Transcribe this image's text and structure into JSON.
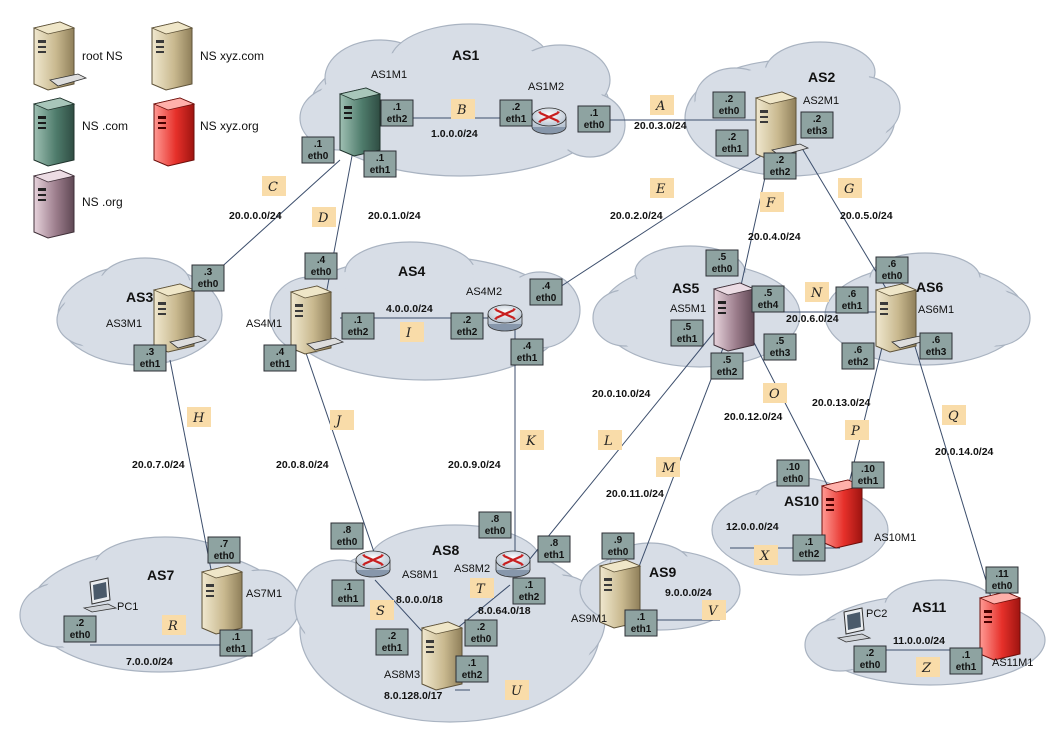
{
  "legend": [
    {
      "label": "root NS",
      "color": "#c8bb96"
    },
    {
      "label": "NS xyz.com",
      "color": "#c8bb96"
    },
    {
      "label": "NS .com",
      "color": "#4c7a6a"
    },
    {
      "label": "NS xyz.org",
      "color": "#e8302a"
    },
    {
      "label": "NS .org",
      "color": "#8a6d7c"
    }
  ],
  "as_labels": [
    "AS1",
    "AS2",
    "AS3",
    "AS4",
    "AS5",
    "AS6",
    "AS7",
    "AS8",
    "AS9",
    "AS10",
    "AS11"
  ],
  "hosts": [
    "AS1M1",
    "AS1M2",
    "AS2M1",
    "AS3M1",
    "AS4M1",
    "AS4M2",
    "AS5M1",
    "AS6M1",
    "AS7M1",
    "PC1",
    "AS8M1",
    "AS8M2",
    "AS8M3",
    "AS9M1",
    "AS10M1",
    "PC2",
    "AS11M1"
  ],
  "subnets": [
    "1.0.0.0/24",
    "20.0.3.0/24",
    "20.0.0.0/24",
    "20.0.1.0/24",
    "20.0.2.0/24",
    "20.0.5.0/24",
    "20.0.4.0/24",
    "4.0.0.0/24",
    "20.0.6.0/24",
    "20.0.10.0/24",
    "20.0.12.0/24",
    "20.0.13.0/24",
    "20.0.7.0/24",
    "20.0.8.0/24",
    "20.0.9.0/24",
    "20.0.11.0/24",
    "20.0.14.0/24",
    "12.0.0.0/24",
    "8.0.0.0/18",
    "8.0.64.0/18",
    "9.0.0.0/24",
    "11.0.0.0/24",
    "7.0.0.0/24",
    "8.0.128.0/17"
  ],
  "tags": [
    "A",
    "B",
    "C",
    "D",
    "E",
    "F",
    "G",
    "H",
    "I",
    "J",
    "K",
    "L",
    "M",
    "N",
    "O",
    "P",
    "Q",
    "R",
    "S",
    "T",
    "U",
    "V",
    "X",
    "Z"
  ],
  "interfaces": [
    {
      "ip": ".1",
      "name": "eth2"
    },
    {
      "ip": ".2",
      "name": "eth1"
    },
    {
      "ip": ".1",
      "name": "eth0"
    },
    {
      "ip": ".1",
      "name": "eth0"
    },
    {
      "ip": ".1",
      "name": "eth1"
    },
    {
      "ip": ".2",
      "name": "eth0"
    },
    {
      "ip": ".2",
      "name": "eth3"
    },
    {
      "ip": ".2",
      "name": "eth1"
    },
    {
      "ip": ".2",
      "name": "eth2"
    },
    {
      "ip": ".3",
      "name": "eth0"
    },
    {
      "ip": ".3",
      "name": "eth1"
    },
    {
      "ip": ".4",
      "name": "eth0"
    },
    {
      "ip": ".1",
      "name": "eth2"
    },
    {
      "ip": ".4",
      "name": "eth1"
    },
    {
      "ip": ".2",
      "name": "eth2"
    },
    {
      "ip": ".4",
      "name": "eth0"
    },
    {
      "ip": ".4",
      "name": "eth1"
    },
    {
      "ip": ".5",
      "name": "eth0"
    },
    {
      "ip": ".5",
      "name": "eth4"
    },
    {
      "ip": ".5",
      "name": "eth1"
    },
    {
      "ip": ".5",
      "name": "eth3"
    },
    {
      "ip": ".5",
      "name": "eth2"
    },
    {
      "ip": ".6",
      "name": "eth0"
    },
    {
      "ip": ".6",
      "name": "eth1"
    },
    {
      "ip": ".6",
      "name": "eth2"
    },
    {
      "ip": ".6",
      "name": "eth3"
    },
    {
      "ip": ".7",
      "name": "eth0"
    },
    {
      "ip": ".2",
      "name": "eth0"
    },
    {
      "ip": ".1",
      "name": "eth1"
    },
    {
      "ip": ".8",
      "name": "eth0"
    },
    {
      "ip": ".1",
      "name": "eth1"
    },
    {
      "ip": ".8",
      "name": "eth0"
    },
    {
      "ip": ".8",
      "name": "eth1"
    },
    {
      "ip": ".1",
      "name": "eth2"
    },
    {
      "ip": ".2",
      "name": "eth1"
    },
    {
      "ip": ".2",
      "name": "eth0"
    },
    {
      "ip": ".1",
      "name": "eth2"
    },
    {
      "ip": ".9",
      "name": "eth0"
    },
    {
      "ip": ".1",
      "name": "eth1"
    },
    {
      "ip": ".10",
      "name": "eth0"
    },
    {
      "ip": ".10",
      "name": "eth1"
    },
    {
      "ip": ".1",
      "name": "eth2"
    },
    {
      "ip": ".11",
      "name": "eth0"
    },
    {
      "ip": ".2",
      "name": "eth0"
    },
    {
      "ip": ".1",
      "name": "eth1"
    }
  ]
}
